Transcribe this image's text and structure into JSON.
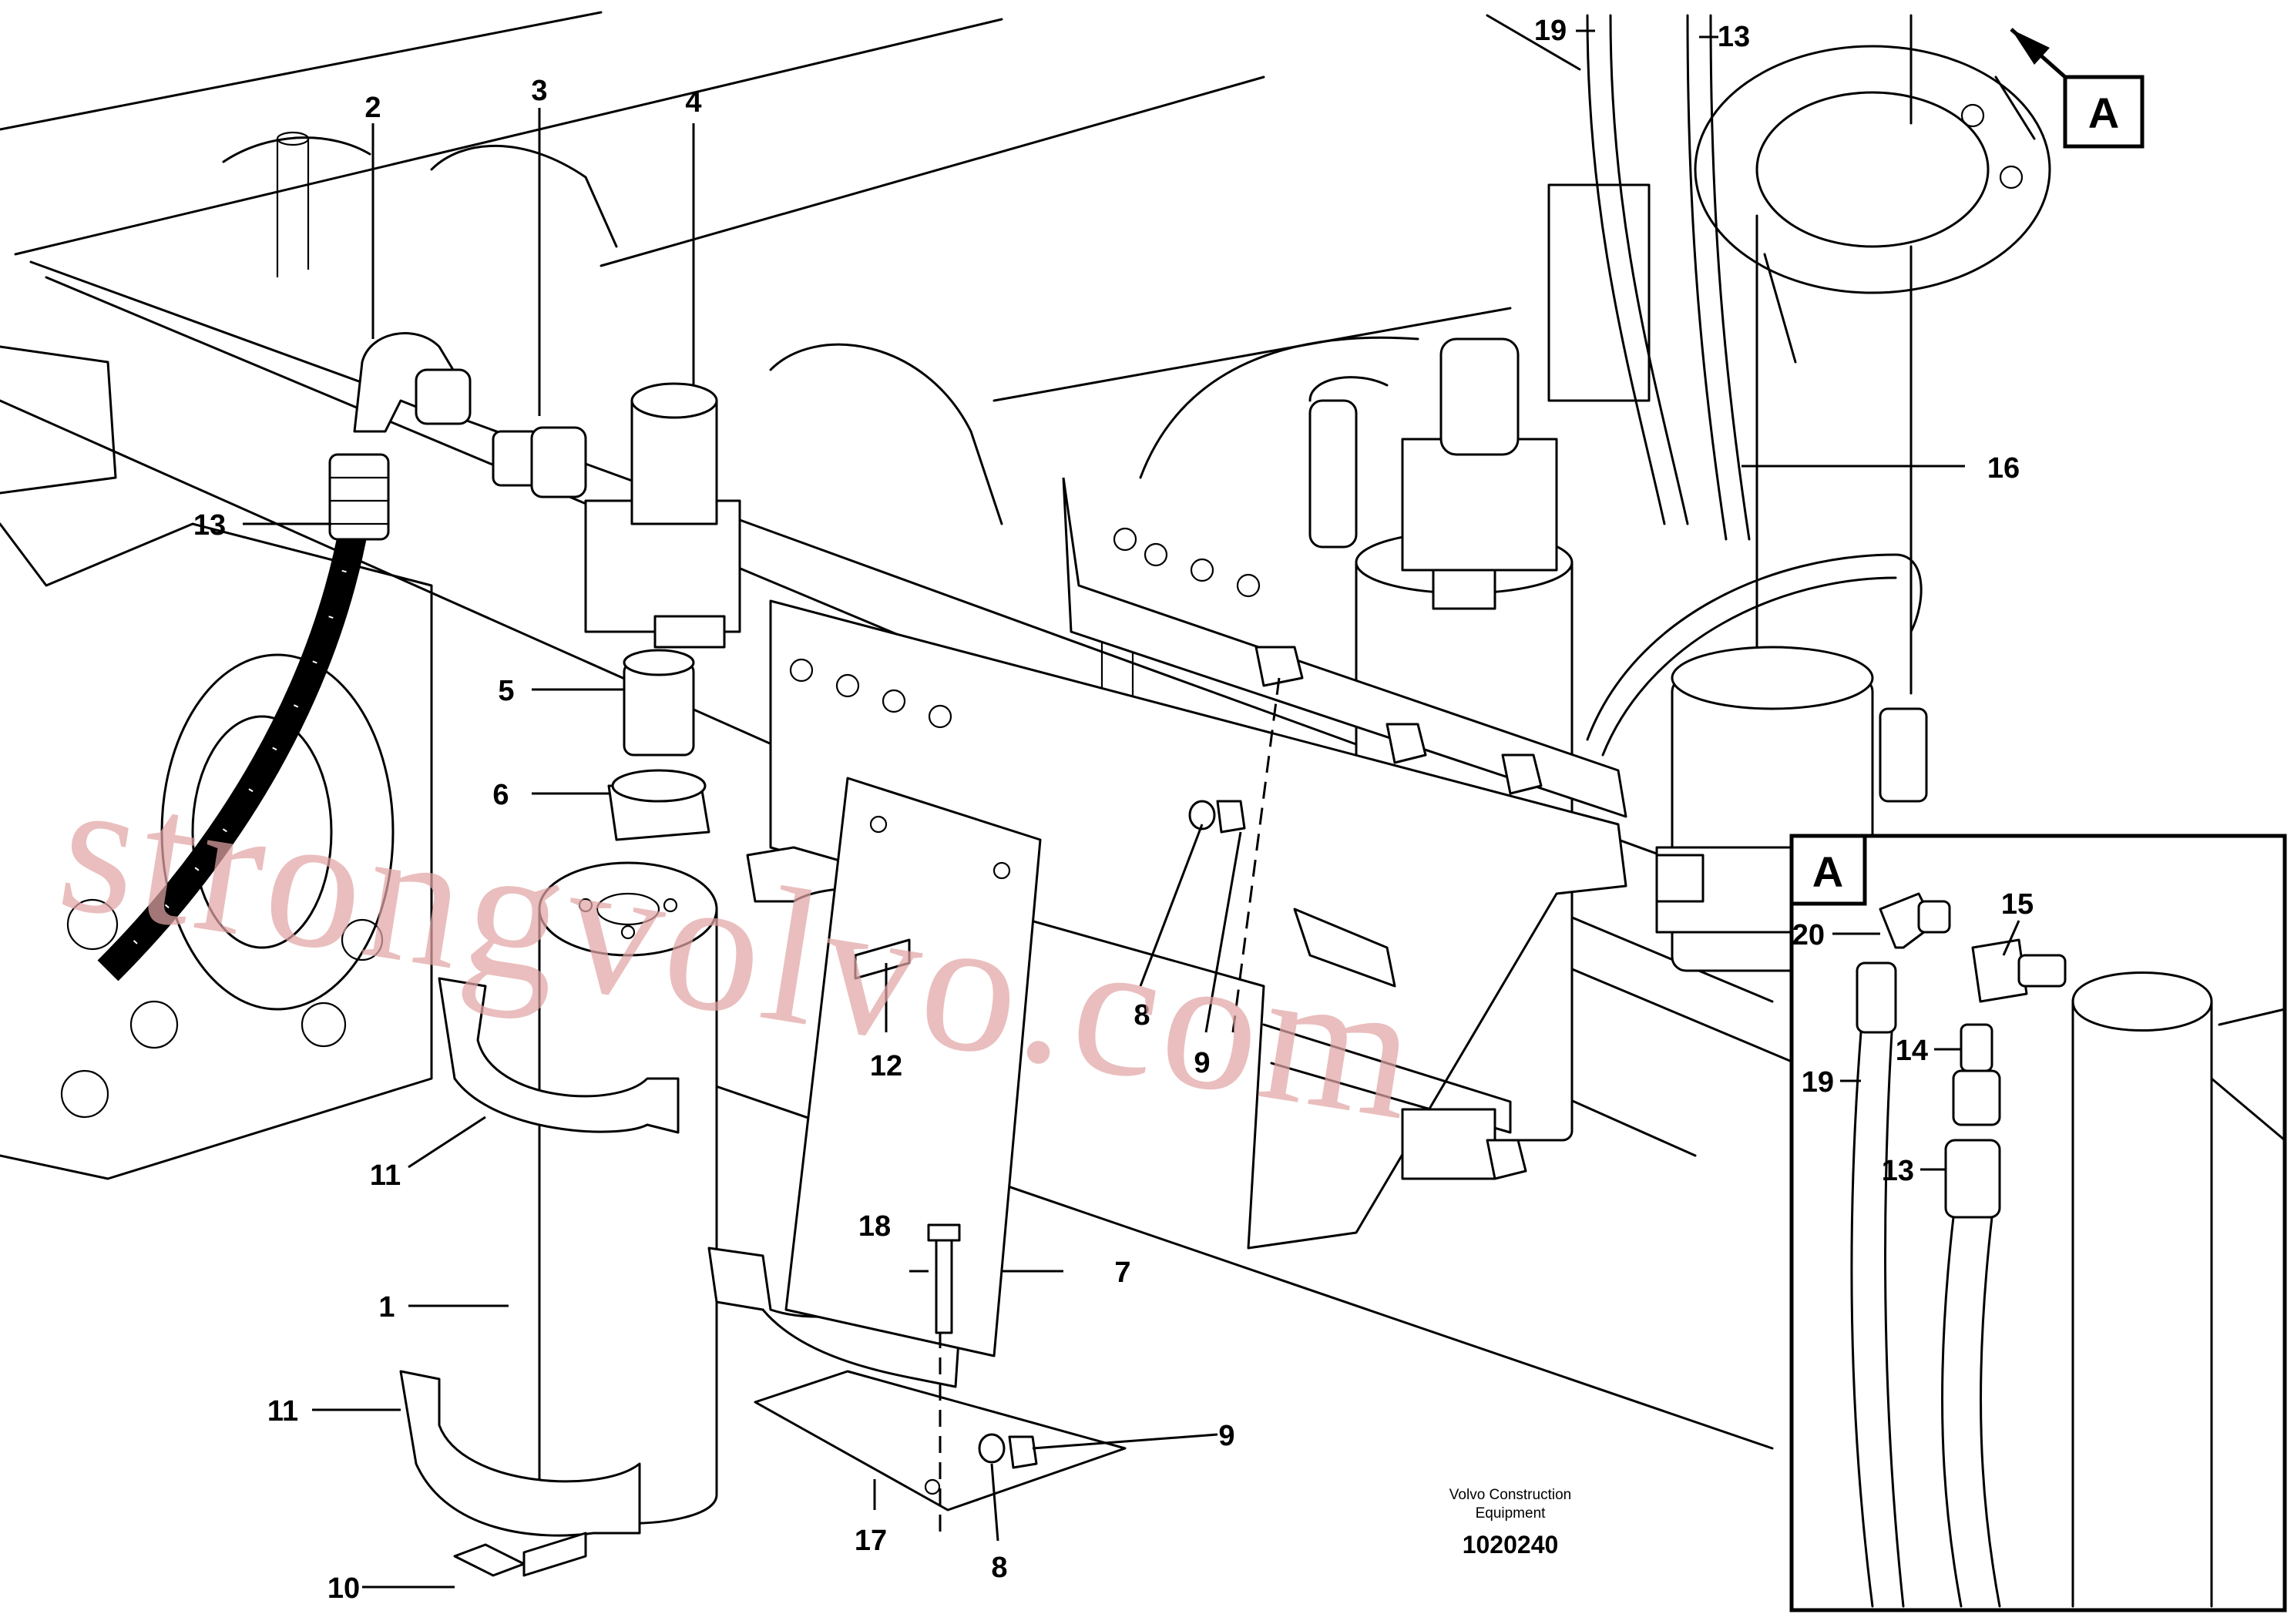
{
  "callouts": {
    "c2": "2",
    "c3": "3",
    "c4": "4",
    "c13a": "13",
    "c5": "5",
    "c6": "6",
    "c19top": "19",
    "c13top": "13",
    "c16": "16",
    "c12": "12",
    "c8a": "8",
    "c9a": "9",
    "c11a": "11",
    "c1": "1",
    "c18": "18",
    "c7": "7",
    "c11b": "11",
    "c9b": "9",
    "c17": "17",
    "c8b": "8",
    "c10": "10"
  },
  "view_marker": {
    "label": "A"
  },
  "detail_view": {
    "label": "A",
    "callouts": {
      "c20": "20",
      "c15": "15",
      "c14": "14",
      "c19": "19",
      "c13": "13"
    }
  },
  "credit": {
    "line1": "Volvo Construction",
    "line2": "Equipment"
  },
  "document_number": "1020240",
  "watermark": "strongvolvo.com"
}
